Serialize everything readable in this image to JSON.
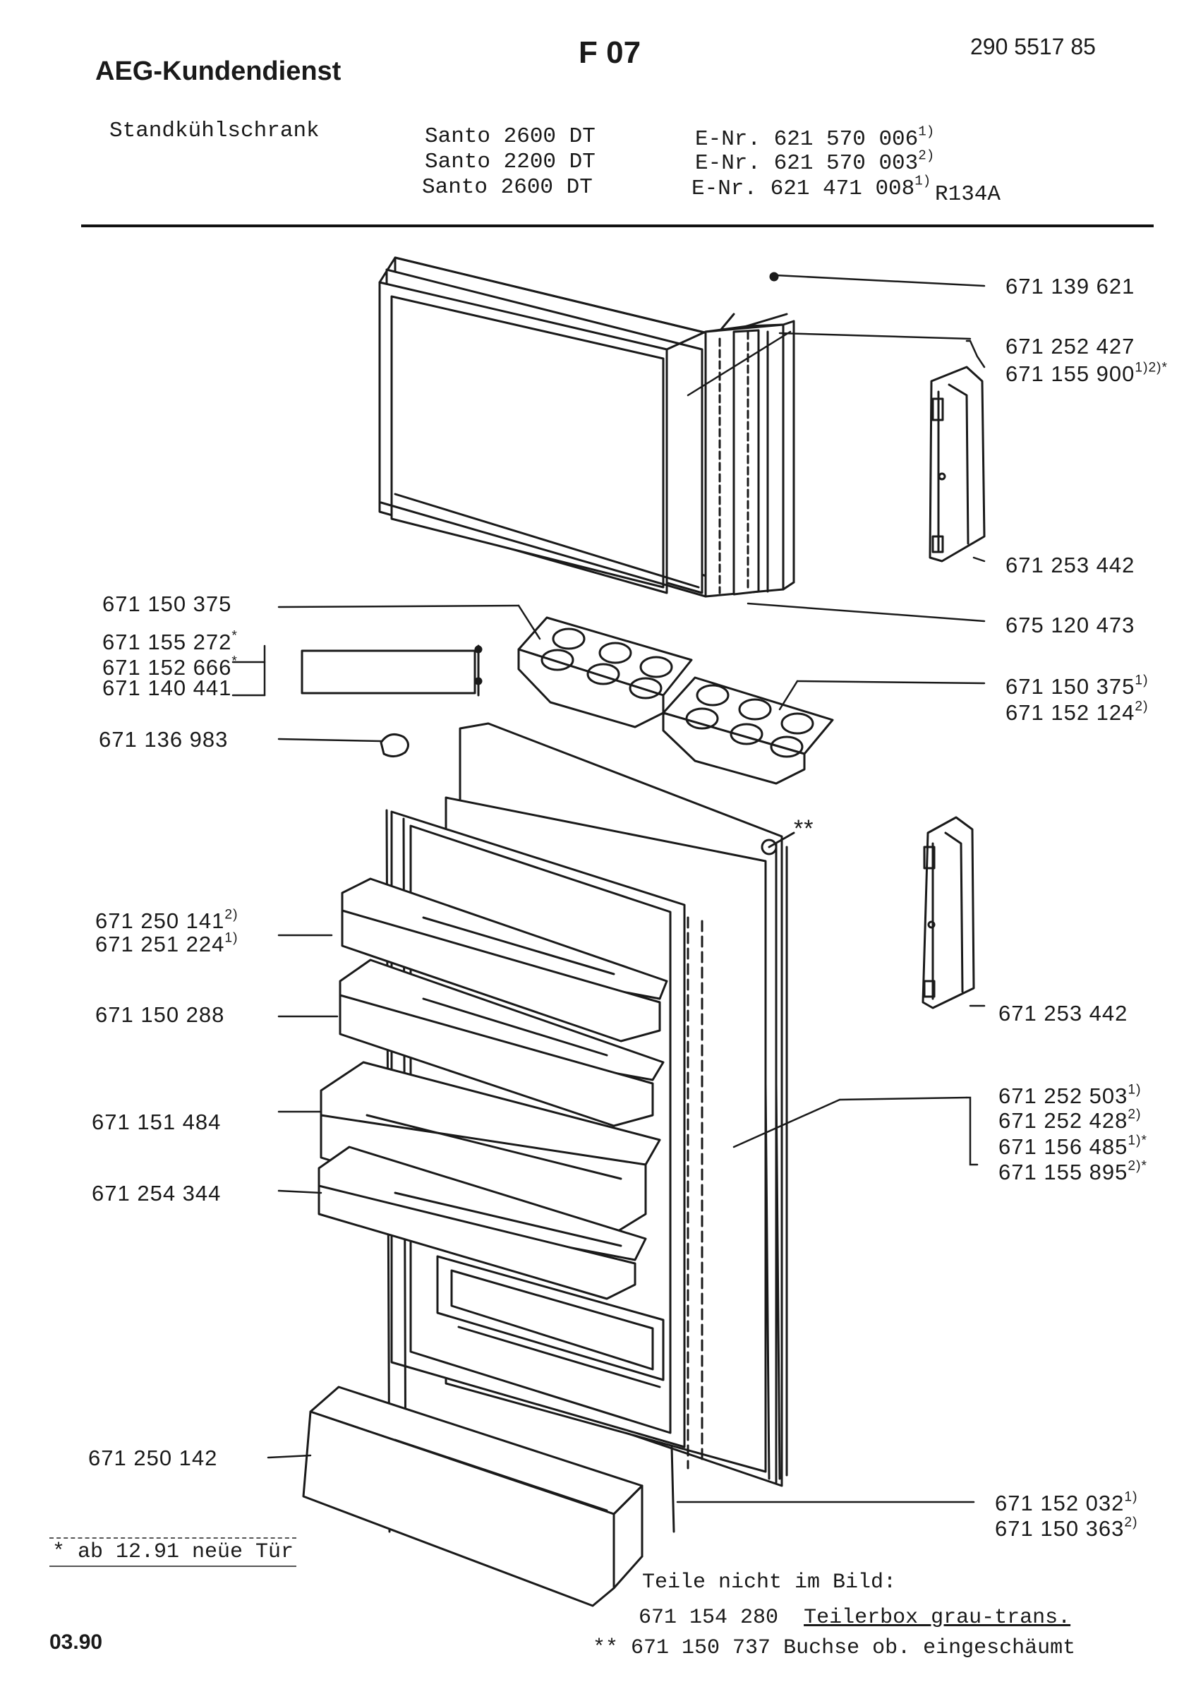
{
  "header": {
    "brand": "AEG-Kundendienst",
    "sheet_code": "F 07",
    "doc_number": "290 5517 85",
    "appliance_type": "Standkühlschrank",
    "models": [
      {
        "name": "Santo 2600 DT",
        "enr": "E-Nr. 621 570 006",
        "note": "1)",
        "refrigerant": ""
      },
      {
        "name": "Santo 2200 DT",
        "enr": "E-Nr. 621 570 003",
        "note": "2)",
        "refrigerant": ""
      },
      {
        "name": "Santo 2600 DT",
        "enr": "E-Nr. 621 471 008",
        "note": "1)",
        "refrigerant": "R134A"
      }
    ]
  },
  "parts": {
    "p1": {
      "num": "671 139 621",
      "note": ""
    },
    "p2a": {
      "num": "671 252 427",
      "note": ""
    },
    "p2b": {
      "num": "671 155 900",
      "note": "1)2)*"
    },
    "p3": {
      "num": "671 253 442",
      "note": ""
    },
    "p4": {
      "num": "675 120 473",
      "note": ""
    },
    "p5a": {
      "num": "671 150 375",
      "note": "1)"
    },
    "p5b": {
      "num": "671 152 124",
      "note": "2)"
    },
    "p6": {
      "num": "671 150 375",
      "note": ""
    },
    "p7a": {
      "num": "671 155 272",
      "note": "*"
    },
    "p7b": {
      "num": "671 152 666",
      "note": "*"
    },
    "p7c": {
      "num": "671 140 441",
      "note": ""
    },
    "p8": {
      "num": "671 136 983",
      "note": ""
    },
    "p9a": {
      "num": "671 250 141",
      "note": "2)"
    },
    "p9b": {
      "num": "671 251 224",
      "note": "1)"
    },
    "p10": {
      "num": "671 150 288",
      "note": ""
    },
    "p11": {
      "num": "671 151 484",
      "note": ""
    },
    "p12": {
      "num": "671 254 344",
      "note": ""
    },
    "p13": {
      "num": "671 253 442",
      "note": ""
    },
    "p14a": {
      "num": "671 252 503",
      "note": "1)"
    },
    "p14b": {
      "num": "671 252 428",
      "note": "2)"
    },
    "p14c": {
      "num": "671 156 485",
      "note": "1)*"
    },
    "p14d": {
      "num": "671 155 895",
      "note": "2)*"
    },
    "p15": {
      "num": "671 250 142",
      "note": ""
    },
    "p16a": {
      "num": "671 152 032",
      "note": "1)"
    },
    "p16b": {
      "num": "671 150 363",
      "note": "2)"
    },
    "star_marker": "**"
  },
  "footer": {
    "new_door_note": "* ab 12.91 neüe Tür",
    "not_shown_title": "Teile nicht im Bild:",
    "not_shown": [
      {
        "marker": "",
        "num": "671 154 280",
        "desc": "Teilerbox grau-trans."
      },
      {
        "marker": "**",
        "num": "671 150 737",
        "desc": "Buchse ob. eingeschäumt"
      }
    ],
    "date": "03.90"
  }
}
